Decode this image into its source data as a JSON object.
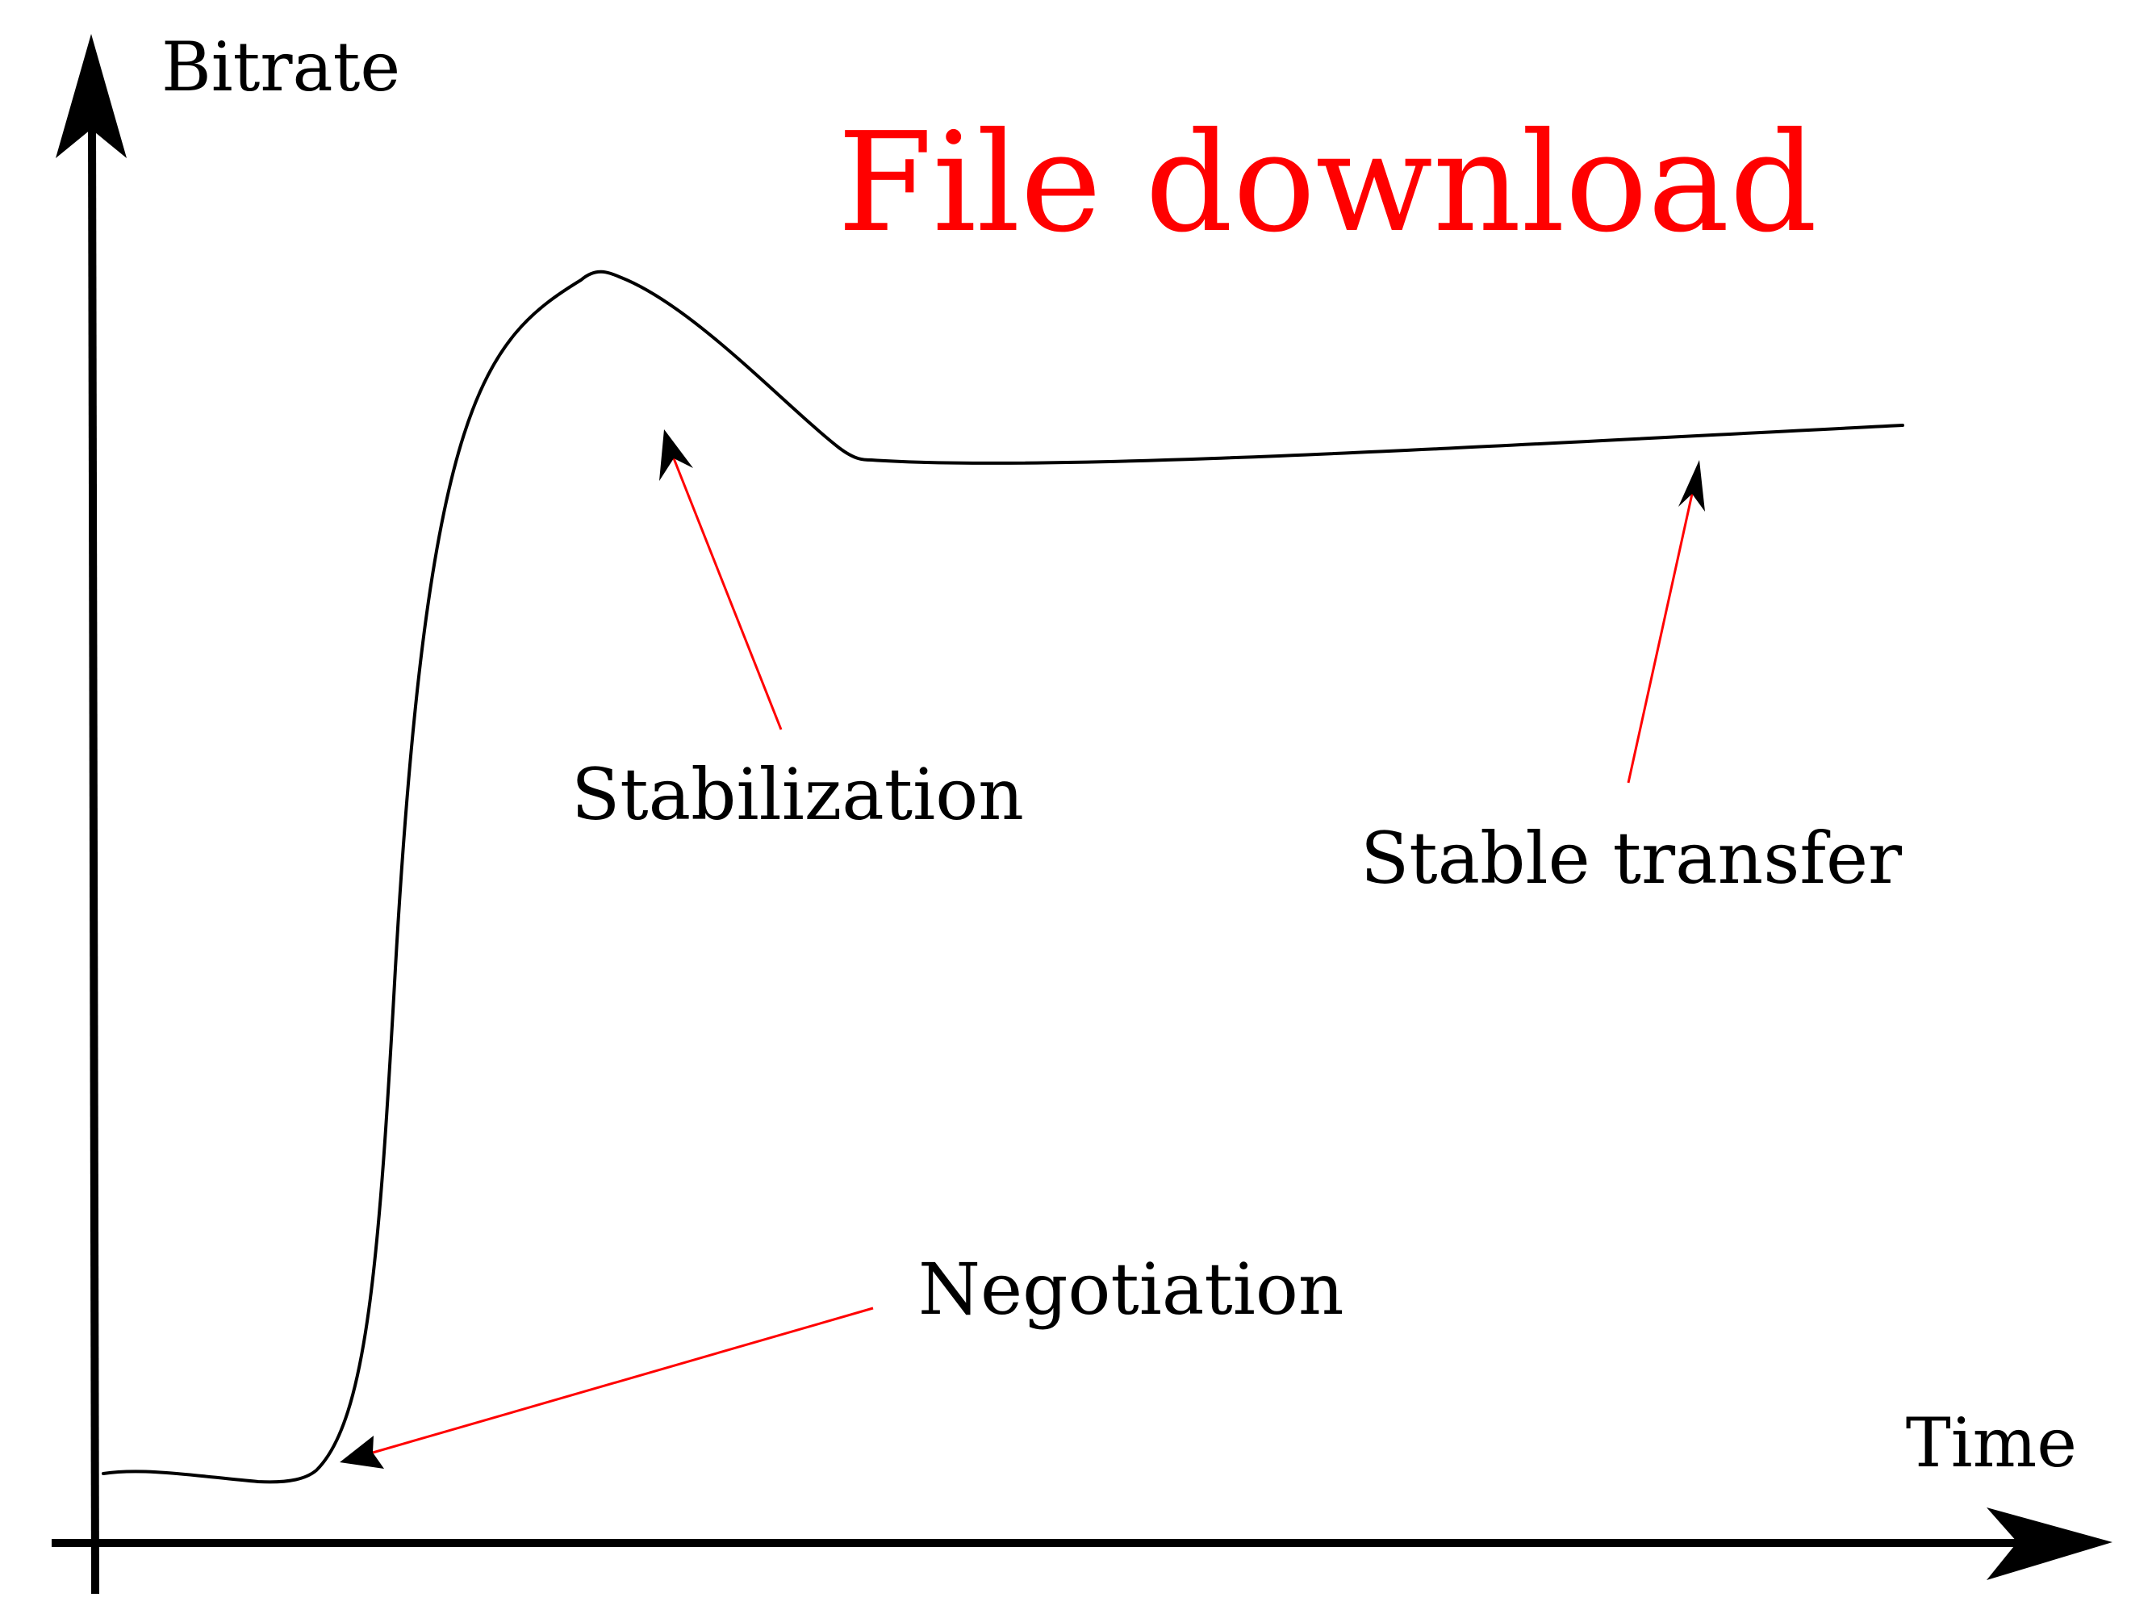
{
  "title": {
    "text": "File download",
    "color": "#ff0000"
  },
  "axes": {
    "y_label": "Bitrate",
    "x_label": "Time"
  },
  "annotations": [
    {
      "key": "stabilization",
      "text": "Stabilization"
    },
    {
      "key": "stable_transfer",
      "text": "Stable transfer"
    },
    {
      "key": "negotiation",
      "text": "Negotiation"
    }
  ],
  "colors": {
    "curve": "#000000",
    "axes": "#000000",
    "annotation_arrows": "#ff0000",
    "arrowheads": "#000000"
  }
}
